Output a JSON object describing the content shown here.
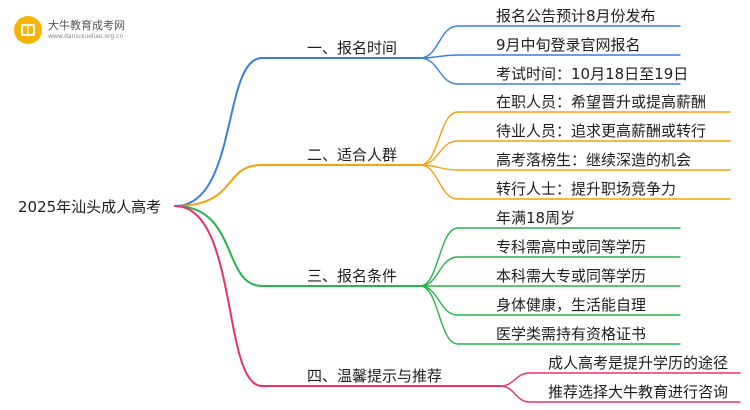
{
  "logo": {
    "name": "大牛教育成考网",
    "url": "www.daniuxueliao.org.cn"
  },
  "root": "2025年汕头成人高考",
  "branches": [
    {
      "label": "一、报名时间",
      "color": "#3a7fe0",
      "leaves": [
        "报名公告预计8月份发布",
        "9月中旬登录官网报名",
        "考试时间：10月18日至19日"
      ]
    },
    {
      "label": "二、适合人群",
      "color": "#f2a20c",
      "leaves": [
        "在职人员：希望晋升或提高薪酬",
        "待业人员：追求更高薪酬或转行",
        "高考落榜生：继续深造的机会",
        "转行人士：提升职场竞争力"
      ]
    },
    {
      "label": "三、报名条件",
      "color": "#27b24e",
      "leaves": [
        "年满18周岁",
        "专科需高中或同等学历",
        "本科需大专或同等学历",
        "身体健康，生活能自理",
        "医学类需持有资格证书"
      ]
    },
    {
      "label": "四、温馨提示与推荐",
      "color": "#e8306e",
      "leaves": [
        "成人高考是提升学历的途径",
        "推荐选择大牛教育进行咨询"
      ]
    }
  ]
}
